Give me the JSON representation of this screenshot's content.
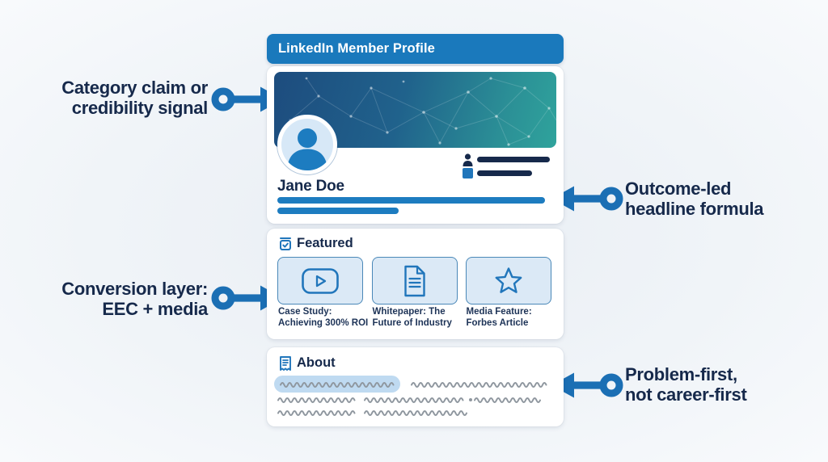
{
  "title_bar": {
    "label": "LinkedIn Member Profile"
  },
  "profile": {
    "name": "Jane Doe"
  },
  "featured": {
    "heading": "Featured",
    "heading_icon": "bookmark-check-icon",
    "items": [
      {
        "icon": "video-play-icon",
        "line1": "Case Study:",
        "line2": "Achieving 300% ROI"
      },
      {
        "icon": "document-icon",
        "line1": "Whitepaper: The",
        "line2": "Future of Industry"
      },
      {
        "icon": "star-icon",
        "line1": "Media Feature:",
        "line2": "Forbes Article"
      }
    ]
  },
  "about": {
    "heading": "About",
    "heading_icon": "article-icon"
  },
  "callouts": {
    "banner": {
      "lines": [
        "Category claim or",
        "credibility signal"
      ]
    },
    "headline": {
      "lines": [
        "Outcome-led",
        "headline formula"
      ]
    },
    "featured": {
      "lines": [
        "Conversion layer:",
        "EEC + media"
      ]
    },
    "about": {
      "lines": [
        "Problem-first,",
        "not career-first"
      ]
    }
  },
  "palette": {
    "header_blue": "#1a79bc",
    "accent_blue": "#1d7cc0",
    "navy_text": "#16294b",
    "arrow_blue": "#1b6fb4",
    "banner_gradient_start": "#1d4c7e",
    "banner_gradient_end": "#2fa39c",
    "tile_fill": "#dbe9f6",
    "tile_border": "#4a88b8",
    "highlight_pill": "#bfdaf1",
    "squiggle_gray": "#8f979f",
    "background": "#f0f4f8"
  }
}
